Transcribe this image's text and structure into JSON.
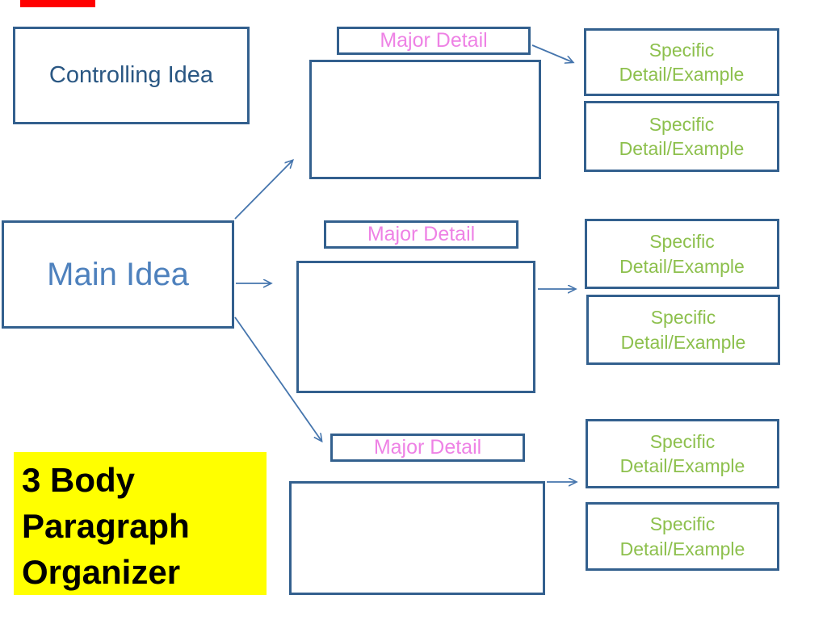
{
  "organizer": {
    "controlling_idea": "Controlling Idea",
    "main_idea": "Main Idea",
    "branches": [
      {
        "major_detail": "Major Detail",
        "specifics": [
          "Specific\nDetail/Example",
          "Specific\nDetail/Example"
        ]
      },
      {
        "major_detail": "Major Detail",
        "specifics": [
          "Specific\nDetail/Example",
          "Specific\nDetail/Example"
        ]
      },
      {
        "major_detail": "Major Detail",
        "specifics": [
          "Specific\nDetail/Example",
          "Specific\nDetail/Example"
        ]
      }
    ],
    "title_lines": [
      "3 Body",
      "Paragraph",
      "Organizer"
    ]
  },
  "colors": {
    "box_border": "#33608E",
    "controlling_text": "#2A5783",
    "main_idea_text": "#4E81BD",
    "major_detail_text": "#EE82E5",
    "specific_text": "#8DC04D",
    "arrow": "#4575AD",
    "title_background": "#FFFF00",
    "title_text": "#000000",
    "red_bar": "#FF0000"
  },
  "icons": {
    "connector_arrows": "arrow-right-icon"
  }
}
